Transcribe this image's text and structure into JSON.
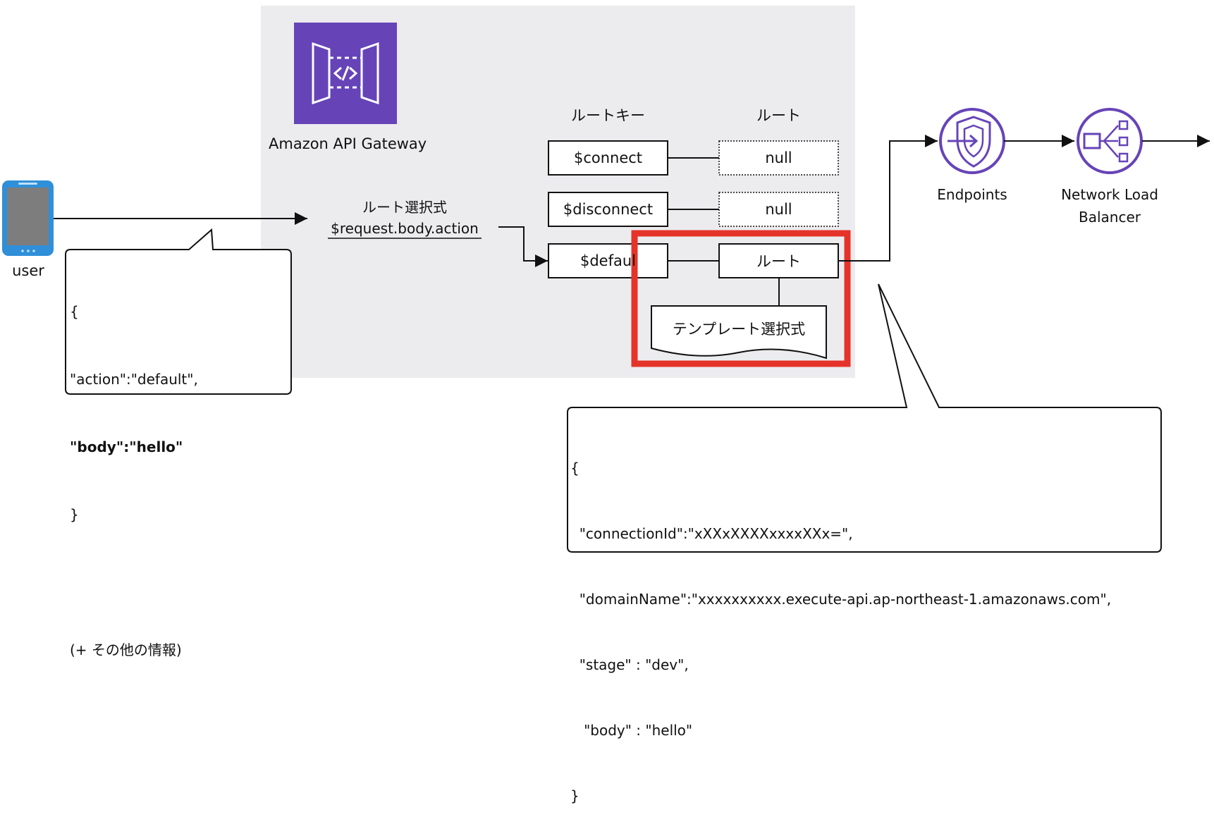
{
  "gateway": {
    "label": "Amazon API Gateway",
    "icon": "api-gateway-icon",
    "bg_color": "#ececef",
    "icon_color": "#6644b8"
  },
  "user": {
    "label": "user",
    "icon": "mobile-phone-icon",
    "color": "#2f8fd8"
  },
  "route_selection": {
    "title": "ルート選択式",
    "expression": "$request.body.action"
  },
  "columns": {
    "route_key": "ルートキー",
    "route": "ルート"
  },
  "routes": [
    {
      "key": "$connect",
      "route": "null"
    },
    {
      "key": "$disconnect",
      "route": "null"
    },
    {
      "key": "$defaul",
      "route": "ルート"
    }
  ],
  "template_selection": "テンプレート選択式",
  "highlight_color": "#e5332a",
  "services": {
    "endpoints": {
      "label": "Endpoints",
      "icon": "vpc-endpoints-icon"
    },
    "nlb": {
      "label_line1": "Network Load",
      "label_line2": "Balancer",
      "icon": "network-load-balancer-icon"
    },
    "color": "#6644b8"
  },
  "user_payload": {
    "line1": "{",
    "line2": "\"action\":\"default\",",
    "line3": "\"body\":\"hello\"",
    "line4": "}",
    "line5": "(+ その他の情報)"
  },
  "backend_payload": {
    "line1": "{",
    "line2": "  \"connectionId\":\"xXXxXXXXxxxxXXx=\",",
    "line3": "  \"domainName\":\"xxxxxxxxxx.execute-api.ap-northeast-1.amazonaws.com\",",
    "line4": "  \"stage\" : \"dev\",",
    "line5": "   \"body\" : \"hello\"",
    "line6": "}"
  }
}
